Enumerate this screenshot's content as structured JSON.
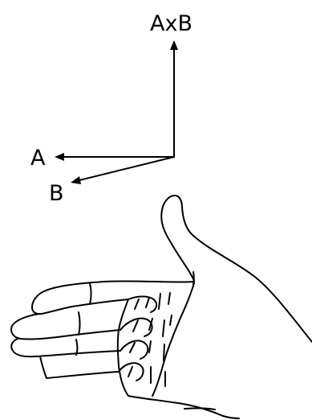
{
  "diagram": {
    "labels": {
      "cross_product": "AxB",
      "vector_a": "A",
      "vector_b": "B"
    },
    "colors": {
      "ink": "#000000",
      "background": "#ffffff"
    },
    "illustration": "right-hand-rule-hand"
  }
}
